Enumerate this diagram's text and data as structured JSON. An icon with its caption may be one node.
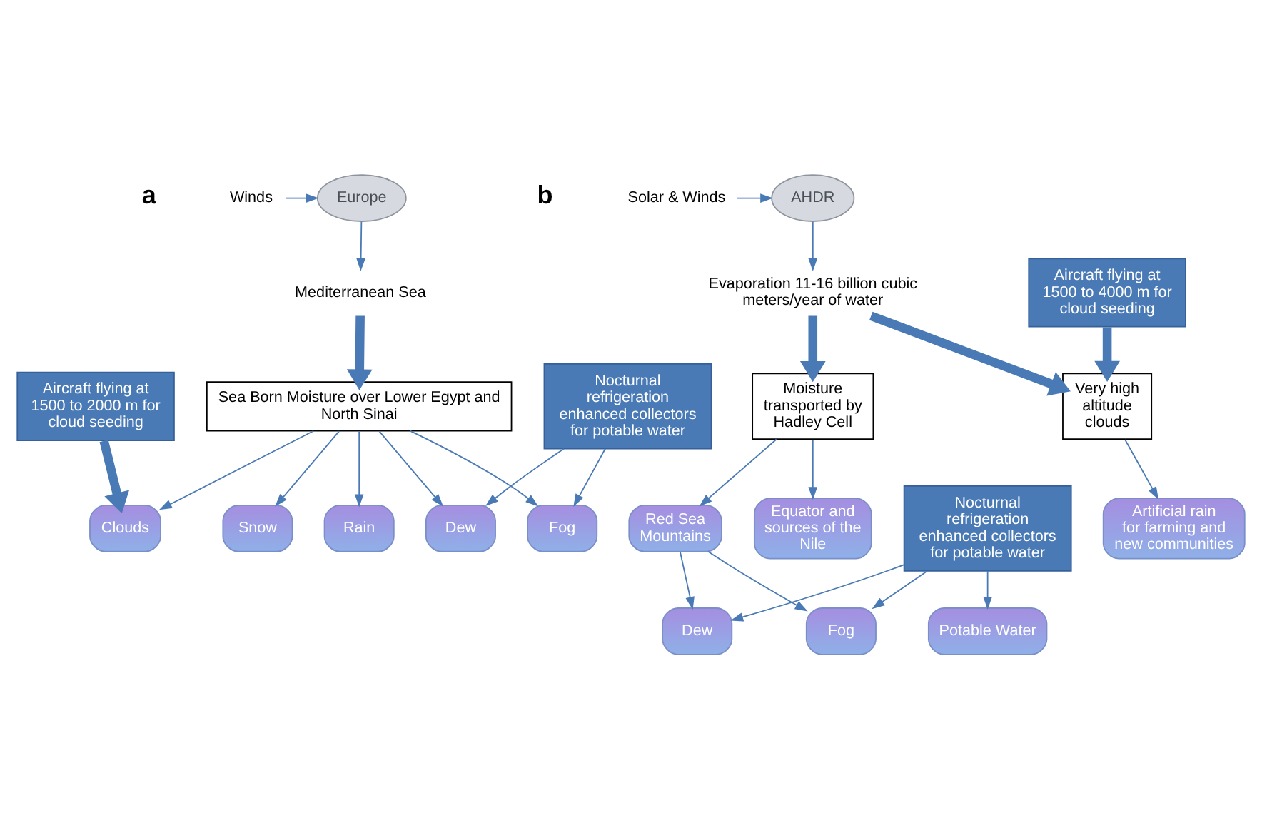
{
  "diagram": {
    "nodes": [
      {
        "text": [
          "Europe"
        ]
      },
      {
        "text": [
          "Winds"
        ]
      },
      {
        "text": [
          "Mediterranean Sea"
        ]
      },
      {
        "text": [
          "Sea Born Moisture over Lower Egypt and North Sinai"
        ]
      },
      {
        "text": [
          "Clouds"
        ]
      },
      {
        "text": [
          "Rain"
        ]
      },
      {
        "text": [
          "Snow"
        ]
      },
      {
        "text": [
          "Fog"
        ]
      },
      {
        "text": [
          "Dew"
        ]
      },
      {
        "text": [
          "Aircraft flying at 1500 to 2000 m for cloud seeding"
        ]
      },
      {
        "text": [
          "Nocturnal refrigeration enhanced collectors for potable water"
        ]
      },
      {
        "text": [
          "AHDR"
        ]
      },
      {
        "text": [
          "Solar & Winds"
        ]
      },
      {
        "text": [
          "Evaporation 11-16 billion cubic meters/year of water"
        ]
      },
      {
        "text": [
          "Moisture transported by Hadley Cell"
        ]
      },
      {
        "text": [
          "Very high altitude clouds"
        ]
      },
      {
        "text": [
          "Aircraft flying at 1500 to 4000 m for cloud seeding"
        ]
      },
      {
        "text": [
          "Equator and sources of the Nile"
        ]
      },
      {
        "text": [
          "Red Sea Mountains"
        ]
      },
      {
        "text": [
          "Fog"
        ]
      },
      {
        "text": [
          "Dew"
        ]
      },
      {
        "text": [
          "Nocturnal refrigeration enhanced collectors for potable water"
        ]
      },
      {
        "text": [
          "Artificial rain for farming and new communities"
        ]
      },
      {
        "text": [
          "Potable Water"
        ]
      }
    ],
    "edges": [
      {
        "from": 1,
        "to": 0,
        "arrow": "to"
      },
      {
        "from": 0,
        "to": 2,
        "arrow": "to"
      },
      {
        "from": 2,
        "to": 3,
        "arrow": "to",
        "style": "thick"
      },
      {
        "from": 3,
        "to": 4,
        "arrow": "to"
      },
      {
        "from": 3,
        "to": 5,
        "arrow": "to"
      },
      {
        "from": 3,
        "to": 6,
        "arrow": "to"
      },
      {
        "from": 3,
        "to": 7,
        "arrow": "to"
      },
      {
        "from": 3,
        "to": 8,
        "arrow": "to"
      },
      {
        "from": 9,
        "to": 4,
        "arrow": "to",
        "style": "thick"
      },
      {
        "from": 10,
        "to": 7,
        "arrow": "to"
      },
      {
        "from": 10,
        "to": 8,
        "arrow": "to"
      },
      {
        "from": 12,
        "to": 11,
        "arrow": "to"
      },
      {
        "from": 11,
        "to": 13,
        "arrow": "to"
      },
      {
        "from": 13,
        "to": 14,
        "arrow": "to",
        "style": "thick"
      },
      {
        "from": 13,
        "to": 15,
        "arrow": "to",
        "style": "thick"
      },
      {
        "from": 16,
        "to": 15,
        "arrow": "to",
        "style": "thick"
      },
      {
        "from": 14,
        "to": 17,
        "arrow": "to"
      },
      {
        "from": 14,
        "to": 18,
        "arrow": "to"
      },
      {
        "from": 18,
        "to": 19,
        "arrow": "to"
      },
      {
        "from": 18,
        "to": 20,
        "arrow": "to"
      },
      {
        "from": 21,
        "to": 19,
        "arrow": "to"
      },
      {
        "from": 21,
        "to": 20,
        "arrow": "to"
      },
      {
        "from": 21,
        "to": 23,
        "arrow": "to"
      },
      {
        "from": 15,
        "to": 22,
        "arrow": "to"
      }
    ],
    "labels": [
      "a",
      "b"
    ]
  }
}
